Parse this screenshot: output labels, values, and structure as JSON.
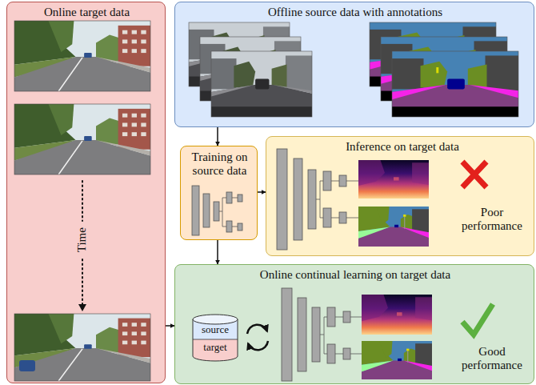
{
  "diagram": {
    "nodes": [
      {
        "text": [
          "Online target data"
        ]
      },
      {
        "text": [
          "Offline source data with annotations"
        ]
      },
      {
        "text": [
          "Training on source data"
        ]
      },
      {
        "text": [
          "Inference on target data",
          "Poor performance"
        ]
      },
      {
        "text": [
          "Online continual learning on target data",
          "Good performance"
        ]
      },
      {
        "text": [
          "source",
          "target"
        ],
        "in": 4
      }
    ],
    "edges": [
      {
        "from": 1,
        "to": 2,
        "arrow": "to"
      },
      {
        "from": 2,
        "to": 3,
        "arrow": "to"
      },
      {
        "from": 2,
        "to": 4,
        "arrow": "to"
      },
      {
        "from": 0,
        "to": 4,
        "arrow": "to"
      }
    ],
    "labels": [
      "Time"
    ]
  }
}
